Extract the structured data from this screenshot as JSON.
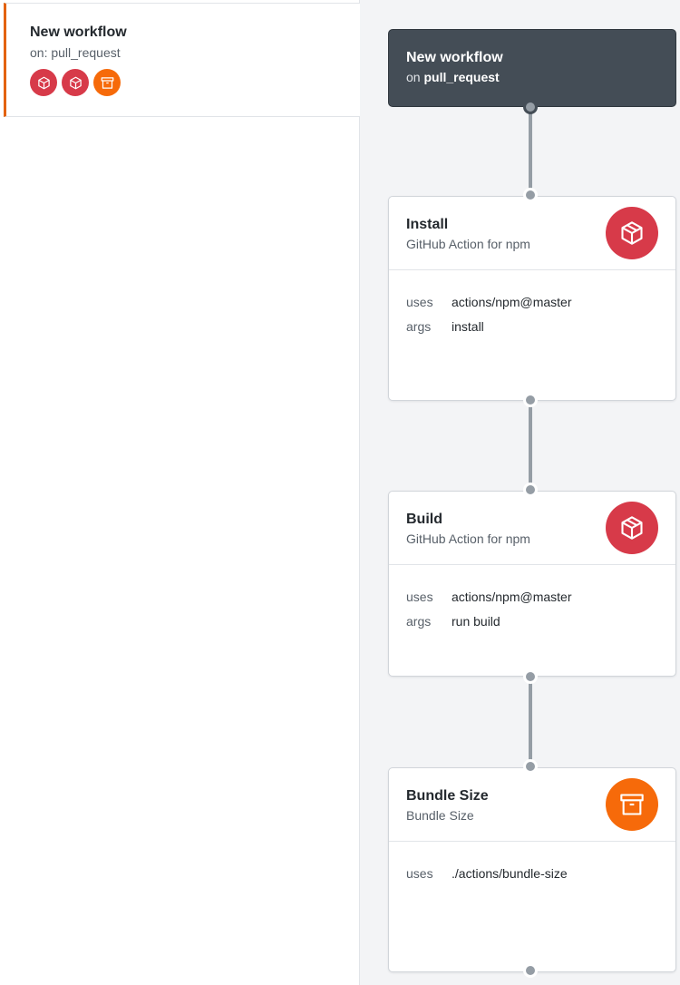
{
  "sidebar": {
    "workflow": {
      "title": "New workflow",
      "trigger": "on: pull_request",
      "icons": [
        {
          "icon": "package-icon",
          "color": "#d73a49"
        },
        {
          "icon": "package-icon",
          "color": "#d73a49"
        },
        {
          "icon": "archive-icon",
          "color": "#f66a0a"
        }
      ]
    }
  },
  "canvas": {
    "trigger": {
      "title": "New workflow",
      "on_prefix": "on",
      "event": "pull_request"
    },
    "actions": [
      {
        "title": "Install",
        "subtitle": "GitHub Action for npm",
        "icon": "package-icon",
        "color": "#d73a49",
        "fields": [
          {
            "key": "uses",
            "value": "actions/npm@master"
          },
          {
            "key": "args",
            "value": "install"
          }
        ]
      },
      {
        "title": "Build",
        "subtitle": "GitHub Action for npm",
        "icon": "package-icon",
        "color": "#d73a49",
        "fields": [
          {
            "key": "uses",
            "value": "actions/npm@master"
          },
          {
            "key": "args",
            "value": "run build"
          }
        ]
      },
      {
        "title": "Bundle Size",
        "subtitle": "Bundle Size",
        "icon": "archive-icon",
        "color": "#f66a0a",
        "fields": [
          {
            "key": "uses",
            "value": "./actions/bundle-size"
          }
        ]
      }
    ]
  }
}
